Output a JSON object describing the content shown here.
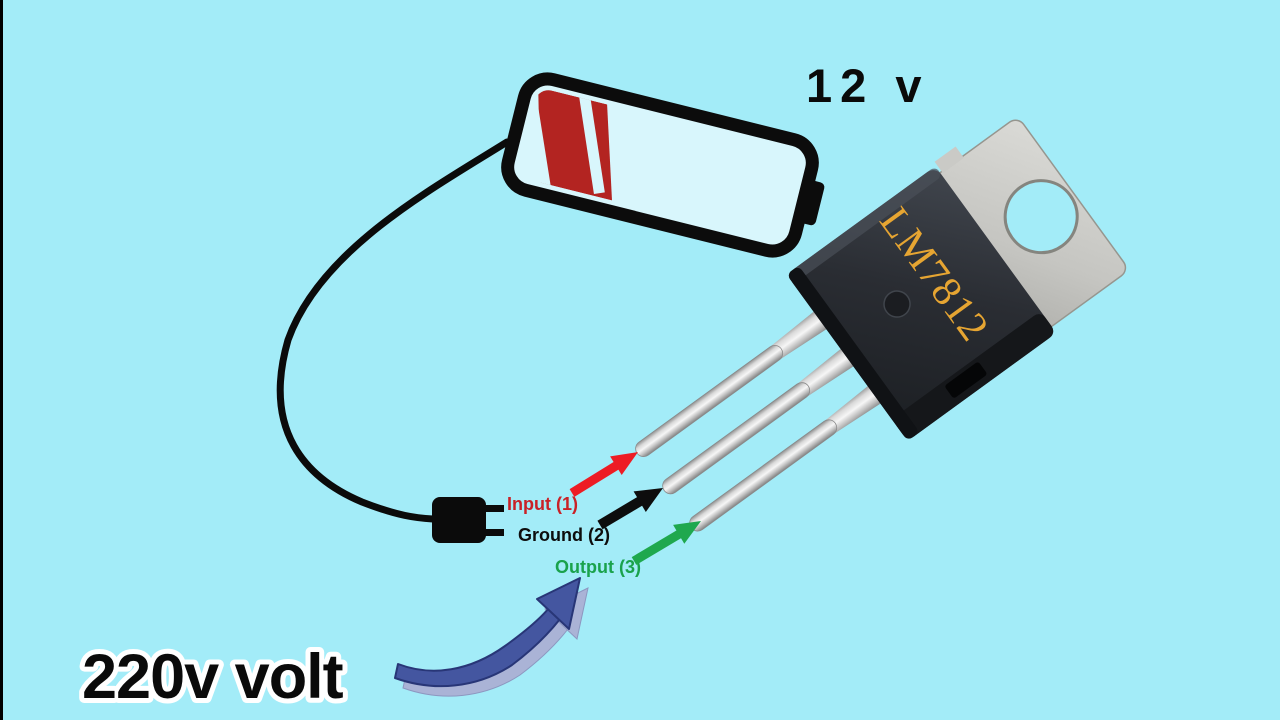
{
  "canvas": {
    "background_color": "#a3ecf8",
    "left_edge_color": "#000000"
  },
  "battery": {
    "voltage_label": "12 v",
    "label_color": "#0a0a0a",
    "shell_color": "#0c0c0c",
    "interior_color": "#d8f6fc",
    "charge_color": "#b32421"
  },
  "regulator": {
    "part_label": "LM7812",
    "label_color": "#e6a532",
    "body_color": "#26292e",
    "tab_color": "#c9c9c5",
    "pin_color": "#c6c6c6",
    "pin_count": 3
  },
  "plug": {
    "color": "#0b0b0b"
  },
  "pins": [
    {
      "label": "Input (1)",
      "color": "#c92127",
      "arrow_color": "#ed1c24"
    },
    {
      "label": "Ground (2)",
      "color": "#0d0d0d",
      "arrow_color": "#0d0d0d"
    },
    {
      "label": "Output (3)",
      "color": "#1aa24c",
      "arrow_color": "#1fa84e"
    }
  ],
  "source": {
    "label": "220v volt",
    "label_color": "#0a0a0a",
    "outline_color": "#ffffff",
    "arrow_color": "#4456a0",
    "arrow_shadow_color": "#aab3d6"
  }
}
